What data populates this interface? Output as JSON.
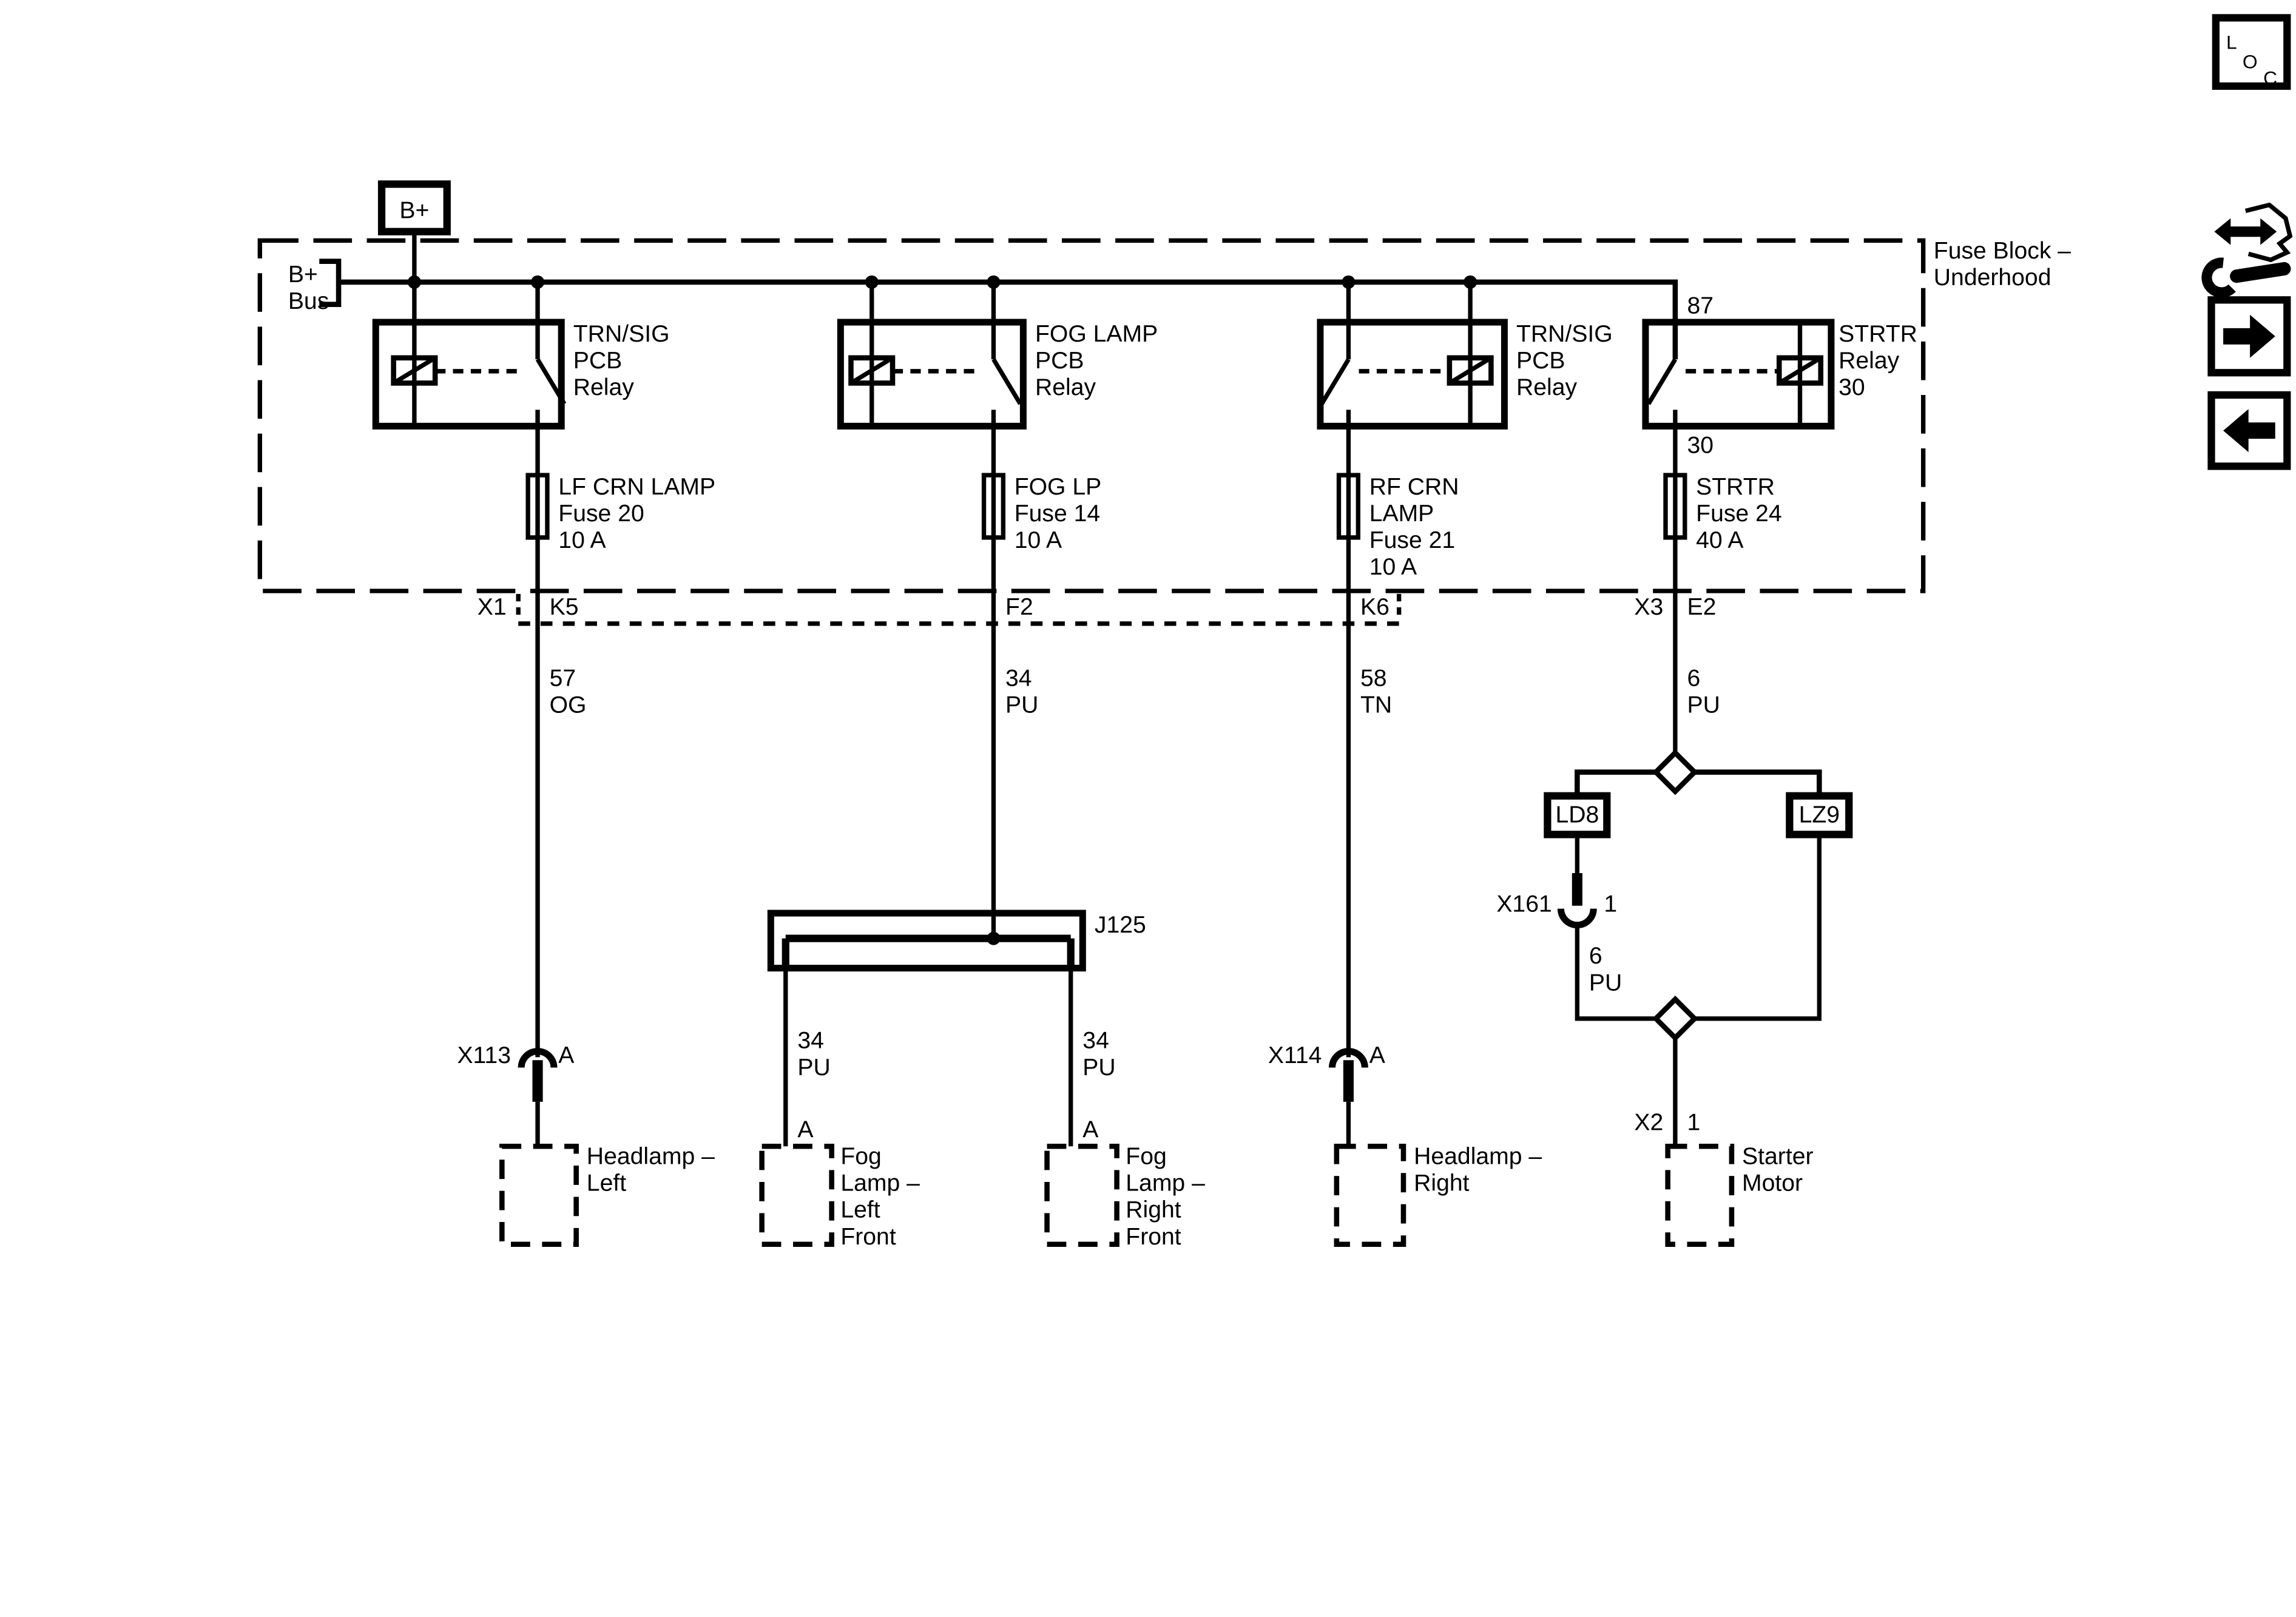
{
  "colors": {
    "ink": "#000000",
    "bg": "#ffffff"
  },
  "header": {
    "fuse_block_label": [
      "Fuse Block –",
      "Underhood"
    ]
  },
  "toolbar": {
    "loc": [
      "L",
      "O",
      "C"
    ]
  },
  "power": {
    "terminal": "B+",
    "bus": [
      "B+",
      "Bus"
    ]
  },
  "relays": [
    {
      "label": [
        "TRN/SIG",
        "PCB",
        "Relay"
      ]
    },
    {
      "label": [
        "FOG LAMP",
        "PCB",
        "Relay"
      ]
    },
    {
      "label": [
        "TRN/SIG",
        "PCB",
        "Relay"
      ]
    },
    {
      "label": [
        "STRTR",
        "Relay",
        "30"
      ],
      "pin_top": "87",
      "pin_bottom": "30"
    }
  ],
  "fuses": [
    {
      "label": [
        "LF CRN LAMP",
        "Fuse 20",
        "10 A"
      ]
    },
    {
      "label": [
        "FOG LP",
        "Fuse 14",
        "10 A"
      ]
    },
    {
      "label": [
        "RF CRN",
        "LAMP",
        "Fuse 21",
        "10 A"
      ]
    },
    {
      "label": [
        "STRTR",
        "Fuse 24",
        "40 A"
      ]
    }
  ],
  "connector_row": {
    "x1": "X1",
    "k5": "K5",
    "f2": "F2",
    "k6": "K6",
    "x3": "X3",
    "e2": "E2"
  },
  "wires": {
    "lf": {
      "circuit": "57",
      "color": "OG"
    },
    "fog": {
      "circuit": "34",
      "color": "PU"
    },
    "rf": {
      "circuit": "58",
      "color": "TN"
    },
    "strtr": {
      "circuit": "6",
      "color": "PU"
    },
    "fog_left": {
      "circuit": "34",
      "color": "PU"
    },
    "fog_right": {
      "circuit": "34",
      "color": "PU"
    },
    "strtr_lower": {
      "circuit": "6",
      "color": "PU"
    }
  },
  "splices": {
    "j125": "J125"
  },
  "options": {
    "ld8": "LD8",
    "lz9": "LZ9"
  },
  "inline_connectors": {
    "x113": {
      "name": "X113",
      "pin": "A"
    },
    "x114": {
      "name": "X114",
      "pin": "A"
    },
    "x161": {
      "name": "X161",
      "pin": "1"
    },
    "x2": {
      "name": "X2",
      "pin": "1"
    }
  },
  "components": {
    "headlamp_left": {
      "label": [
        "Headlamp –",
        "Left"
      ]
    },
    "fog_left": {
      "pin": "A",
      "label": [
        "Fog",
        "Lamp –",
        "Left",
        "Front"
      ]
    },
    "fog_right": {
      "pin": "A",
      "label": [
        "Fog",
        "Lamp –",
        "Right",
        "Front"
      ]
    },
    "headlamp_right": {
      "label": [
        "Headlamp –",
        "Right"
      ]
    },
    "starter": {
      "label": [
        "Starter",
        "Motor"
      ]
    }
  }
}
